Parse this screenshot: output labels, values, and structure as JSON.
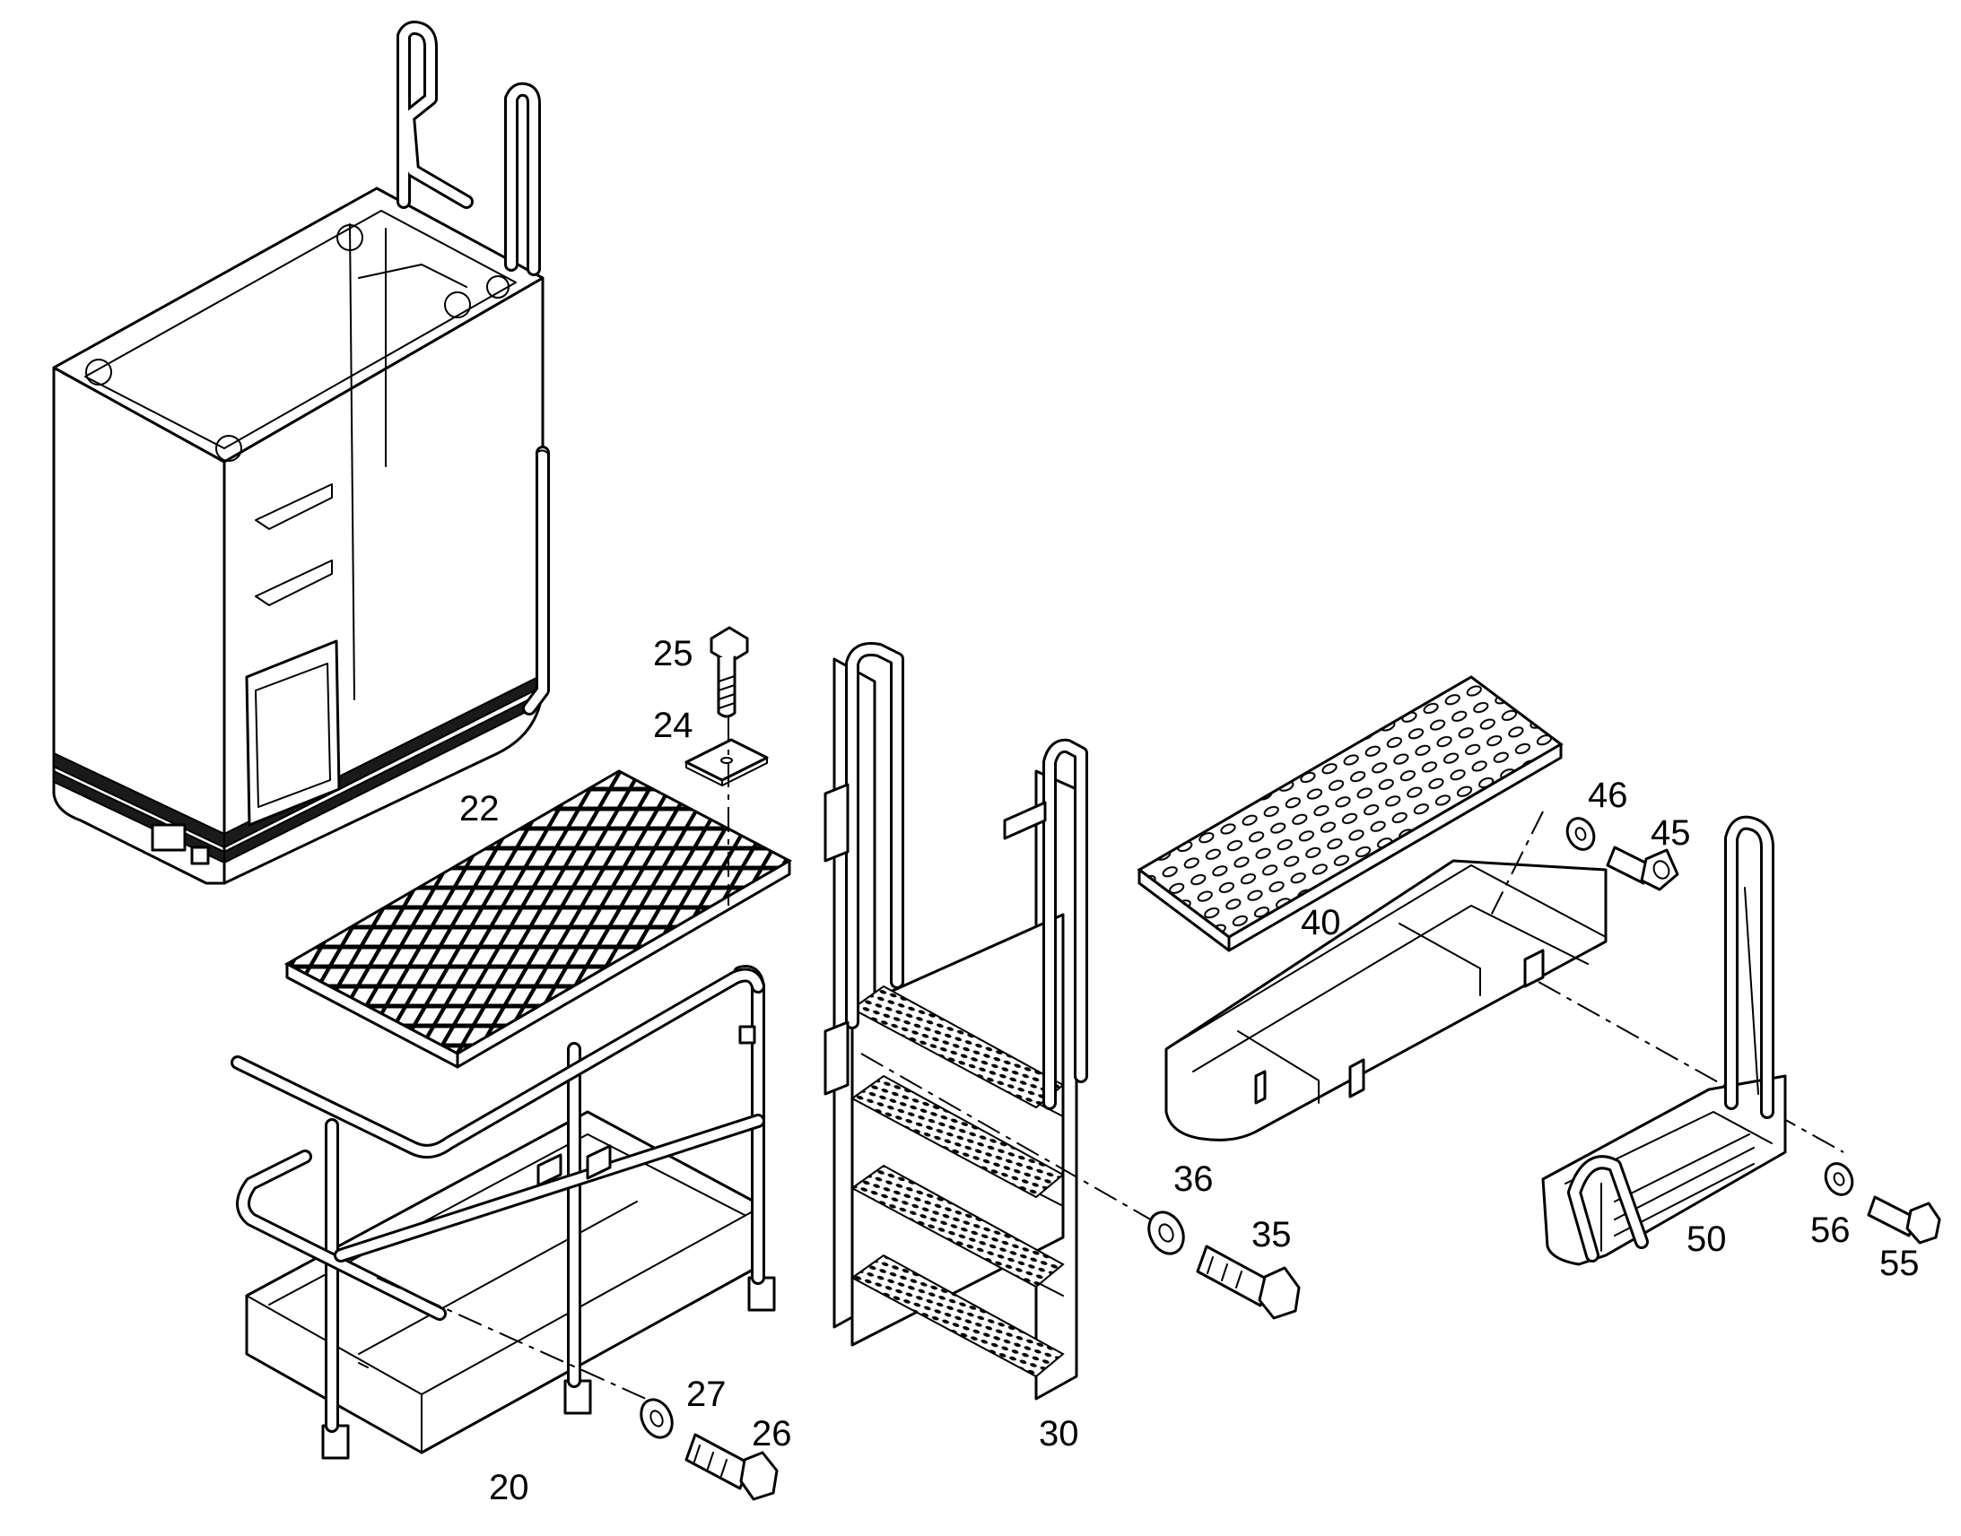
{
  "callouts": {
    "item_20": "20",
    "item_22": "22",
    "item_24": "24",
    "item_25": "25",
    "item_26": "26",
    "item_27": "27",
    "item_30": "30",
    "item_35": "35",
    "item_36": "36",
    "item_40": "40",
    "item_45": "45",
    "item_46": "46",
    "item_50": "50",
    "item_55": "55",
    "item_56": "56"
  }
}
